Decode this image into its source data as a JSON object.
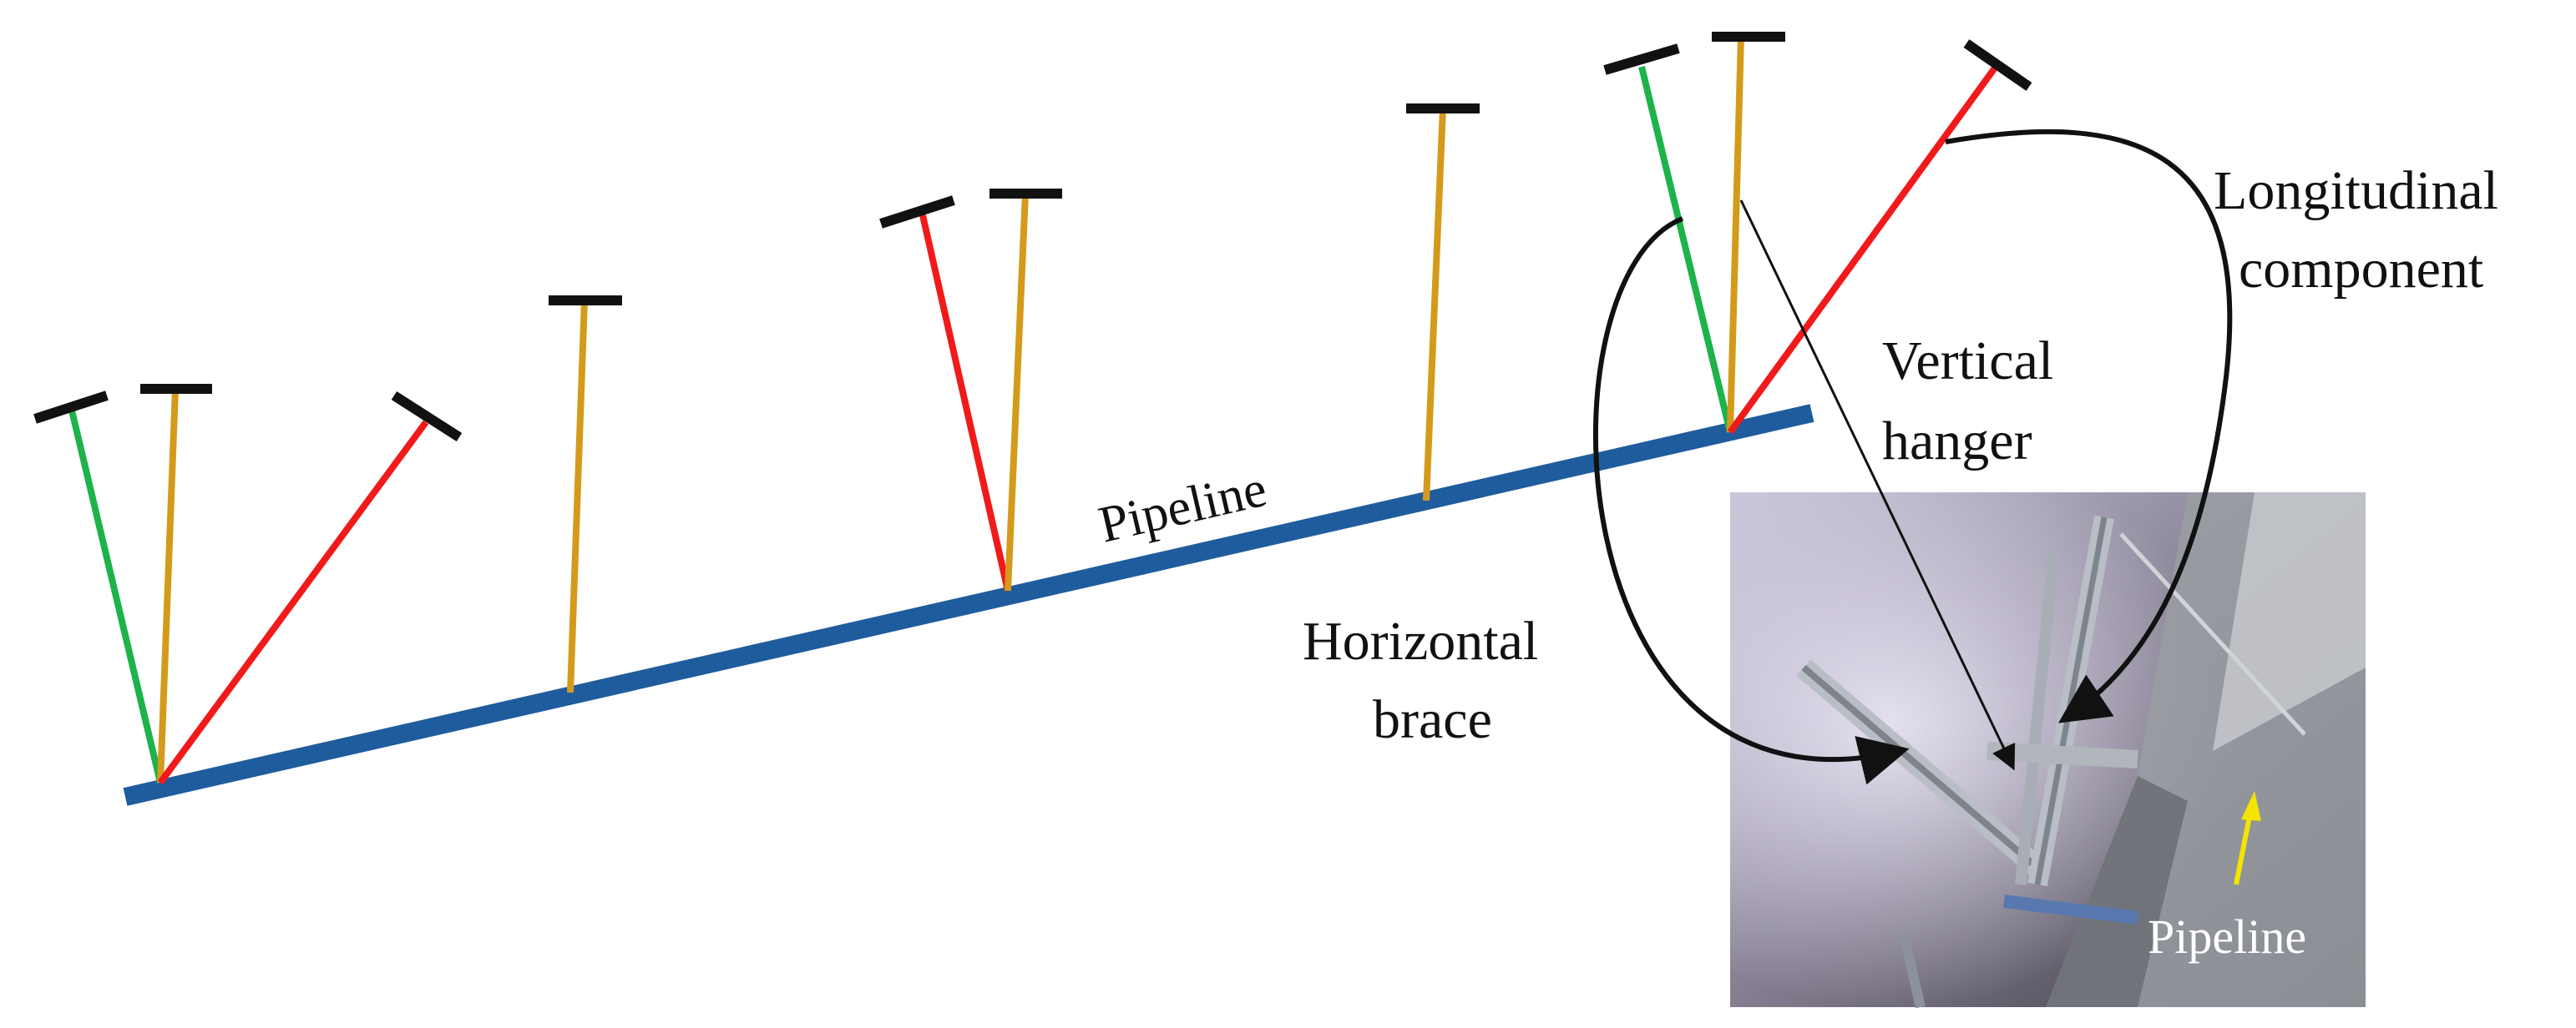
{
  "labels": {
    "pipeline_main": "Pipeline",
    "longitudinal_line1": "Longitudinal",
    "longitudinal_line2": "component",
    "vertical_line1": "Vertical",
    "vertical_line2": "hanger",
    "horizontal_line1": "Horizontal",
    "horizontal_line2": "brace",
    "photo_pipeline": "Pipeline"
  },
  "colors": {
    "pipeline": "#1f5c9e",
    "vertical_hanger": "#d59a1c",
    "horizontal_brace": "#1db34a",
    "longitudinal_component": "#f01a1a",
    "anchor_cap": "#111111",
    "callout": "#111111",
    "photo_arrow": "#f5e400"
  },
  "icons": {
    "callout_arrow": "arrow-icon",
    "photo_arrow": "yellow-arrow-icon"
  }
}
